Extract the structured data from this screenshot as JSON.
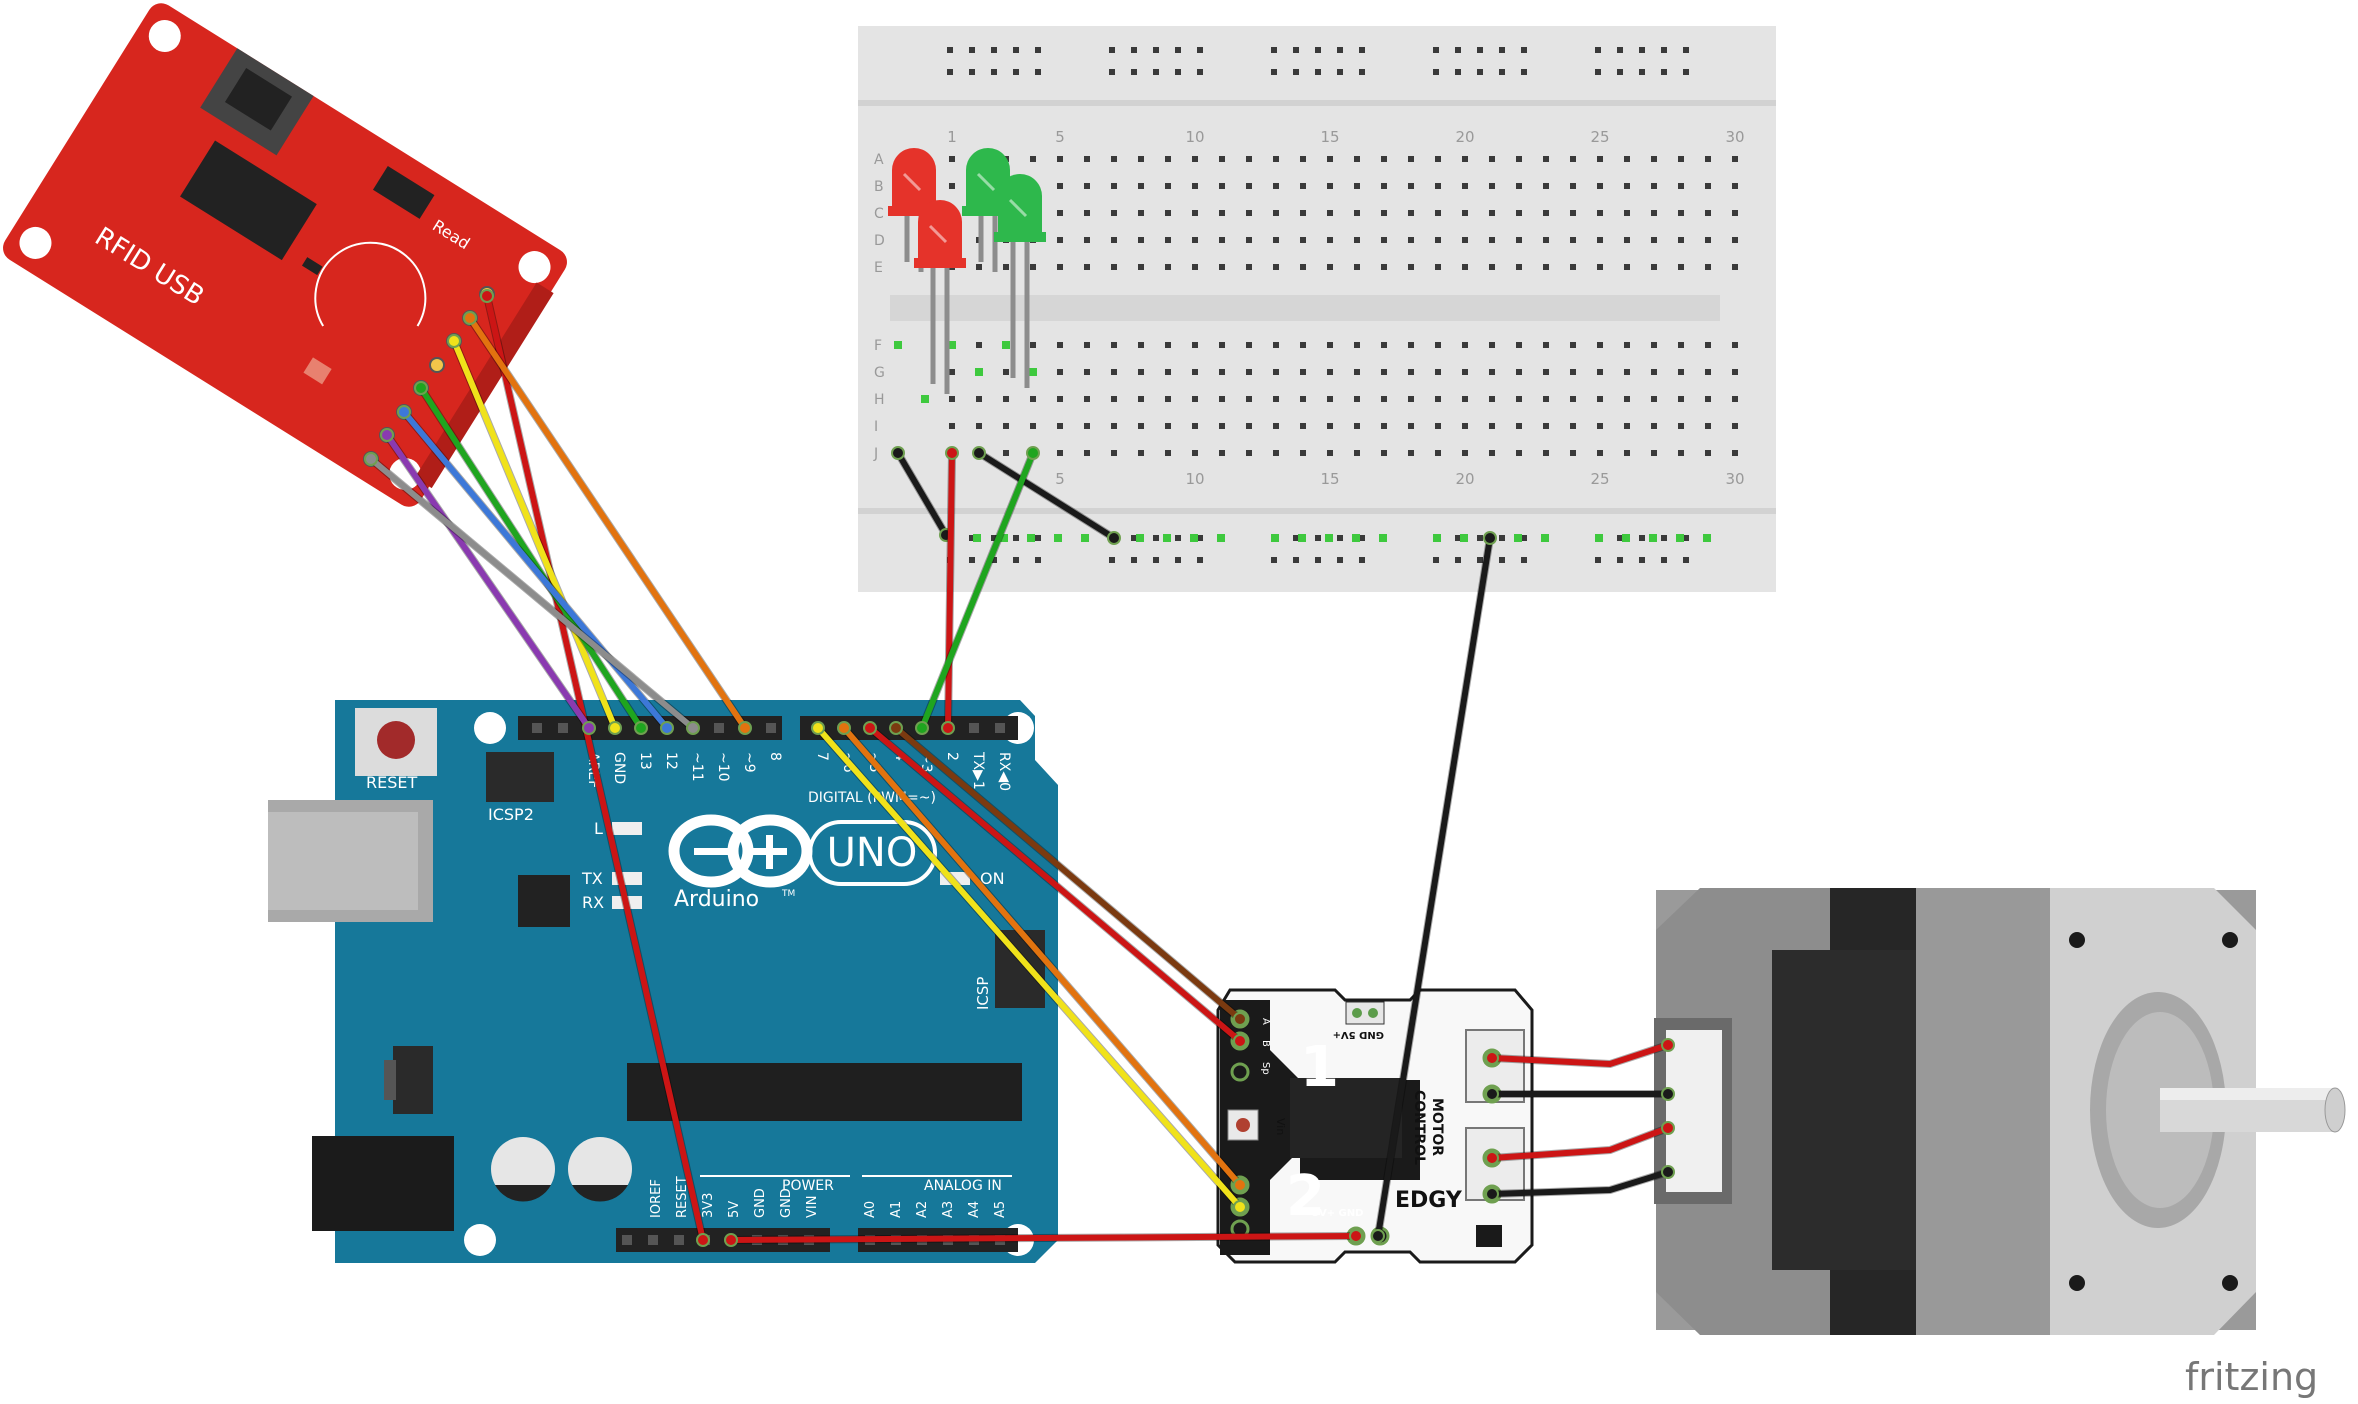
{
  "rfid": {
    "name": "RFID USB",
    "read_label": "Read"
  },
  "breadboard": {
    "top_numbers": [
      "1",
      "5",
      "10",
      "15",
      "20",
      "25",
      "30"
    ],
    "bottom_numbers": [
      "5",
      "10",
      "15",
      "20",
      "25",
      "30"
    ],
    "row_letters_top": [
      "A",
      "B",
      "C",
      "D",
      "E"
    ],
    "row_letters_bottom": [
      "F",
      "G",
      "H",
      "I",
      "J"
    ]
  },
  "arduino": {
    "reset_label": "RESET",
    "icsp2_label": "ICSP2",
    "icsp_label": "ICSP",
    "brand": "Arduino",
    "tm": "TM",
    "model": "UNO",
    "l_label": "L",
    "tx_label": "TX",
    "rx_label": "RX",
    "on_label": "ON",
    "digital_label": "DIGITAL (PWM=~)",
    "power_label": "POWER",
    "analog_label": "ANALOG IN",
    "top_left_pins": [
      "AREF",
      "GND",
      "13",
      "12",
      "~11",
      "~10",
      "~9",
      "8"
    ],
    "top_right_pins": [
      "7",
      "~6",
      "~5",
      "4",
      "~3",
      "2",
      "TX▶1",
      "RX◀0"
    ],
    "power_pins": [
      "IOREF",
      "RESET",
      "3V3",
      "5V",
      "GND",
      "GND",
      "VIN"
    ],
    "analog_pins": [
      "A0",
      "A1",
      "A2",
      "A3",
      "A4",
      "A5"
    ]
  },
  "motor_board": {
    "label_motor": "MOTOR",
    "label_control": "CONTROL",
    "brand": "EDGY",
    "num1": "1",
    "num2": "2",
    "pin_a": "A",
    "pin_b": "B",
    "pin_sp": "Sp",
    "vin": "Vin",
    "gnd_5v_top": "GND 5V+",
    "gnd_5v_bottom": "5V+ GND"
  },
  "watermark": "fritzing",
  "colors": {
    "rfid_board": "#d7261e",
    "arduino_board": "#16789a",
    "breadboard": "#e4e4e4",
    "wire_red": "#cc1515",
    "wire_black": "#1a1a1a",
    "wire_green": "#1fa51f",
    "wire_yellow": "#f0e21a",
    "wire_orange": "#e2730f",
    "wire_brown": "#7b3a10",
    "wire_blue": "#3d78d8",
    "wire_purple": "#8a3ab0",
    "wire_gray": "#8c8c8c",
    "led_red": "#e5332a",
    "led_green": "#2eb84c"
  }
}
